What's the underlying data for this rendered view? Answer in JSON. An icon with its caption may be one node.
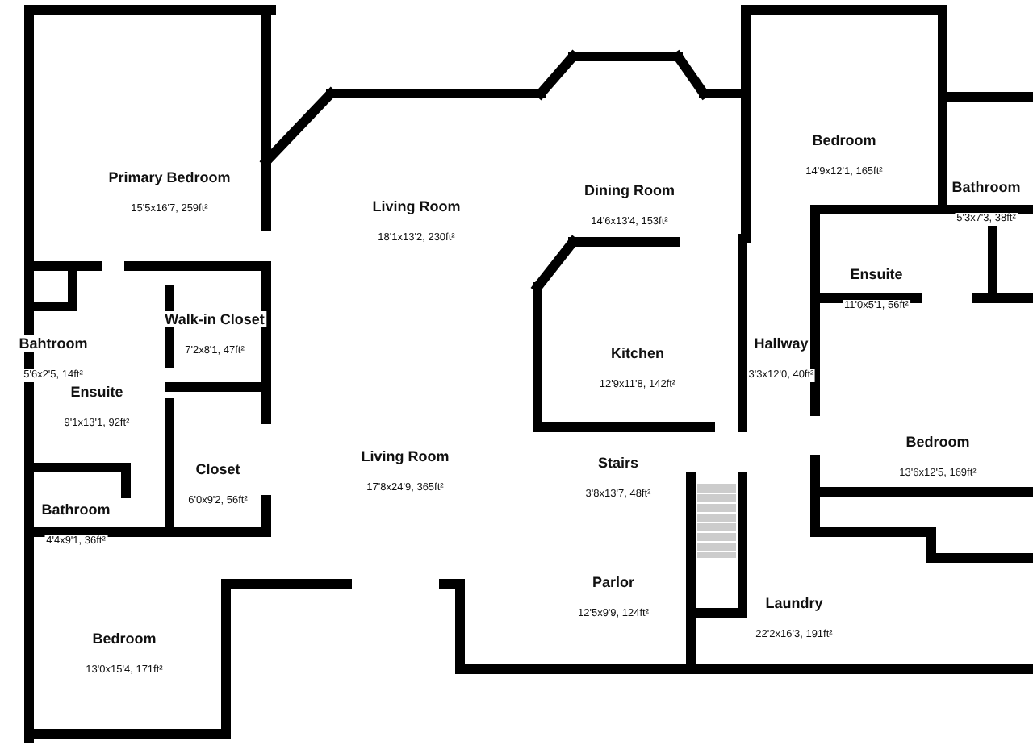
{
  "diagram": {
    "nodes": [
      {
        "text": [
          "Primary Bedroom",
          "15'5x16'7, 259ft²"
        ]
      },
      {
        "text": [
          "Living Room",
          "18'1x13'2, 230ft²"
        ]
      },
      {
        "text": [
          "Dining Room",
          "14'6x13'4, 153ft²"
        ]
      },
      {
        "text": [
          "Bedroom",
          "14'9x12'1, 165ft²"
        ]
      },
      {
        "text": [
          "Bathroom",
          "5'3x7'3, 38ft²"
        ]
      },
      {
        "text": [
          "Walk-in Closet",
          "7'2x8'1, 47ft²"
        ]
      },
      {
        "text": [
          "Bahtroom",
          "5'6x2'5, 14ft²"
        ]
      },
      {
        "text": [
          "Ensuite",
          "9'1x13'1, 92ft²"
        ]
      },
      {
        "text": [
          "Kitchen",
          "12'9x11'8, 142ft²"
        ]
      },
      {
        "text": [
          "Ensuite",
          "11'0x5'1, 56ft²"
        ]
      },
      {
        "text": [
          "Hallway",
          "3'3x12'0, 40ft²"
        ]
      },
      {
        "text": [
          "Bedroom",
          "13'6x12'5, 169ft²"
        ]
      },
      {
        "text": [
          "Living Room",
          "17'8x24'9, 365ft²"
        ]
      },
      {
        "text": [
          "Stairs",
          "3'8x13'7, 48ft²"
        ]
      },
      {
        "text": [
          "Closet",
          "6'0x9'2, 56ft²"
        ]
      },
      {
        "text": [
          "Bathroom",
          "4'4x9'1, 36ft²"
        ]
      },
      {
        "text": [
          "Parlor",
          "12'5x9'9, 124ft²"
        ]
      },
      {
        "text": [
          "Laundry",
          "22'2x16'3, 191ft²"
        ]
      },
      {
        "text": [
          "Bedroom",
          "13'0x15'4, 171ft²"
        ]
      }
    ]
  }
}
